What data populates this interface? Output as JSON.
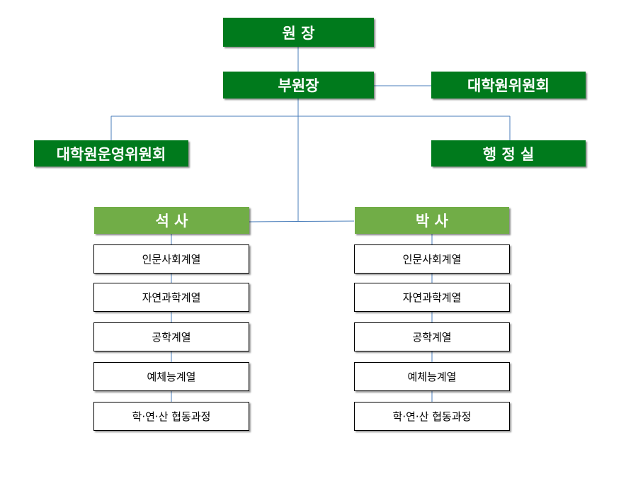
{
  "org": {
    "director": "원 장",
    "vice_director": "부원장",
    "graduate_committee": "대학원위원회",
    "operating_committee": "대학원운영위원회",
    "admin_office": "행 정 실",
    "masters": {
      "title": "석 사",
      "fields": [
        "인문사회계열",
        "자연과학계열",
        "공학계열",
        "예체능계열",
        "학·연·산 협동과정"
      ]
    },
    "doctoral": {
      "title": "박 사",
      "fields": [
        "인문사회계열",
        "자연과학계열",
        "공학계열",
        "예체능계열",
        "학·연·산 협동과정"
      ]
    }
  },
  "colors": {
    "dark_green": "#007a1c",
    "light_green": "#71ad47",
    "connector": "#4a7ebb"
  }
}
